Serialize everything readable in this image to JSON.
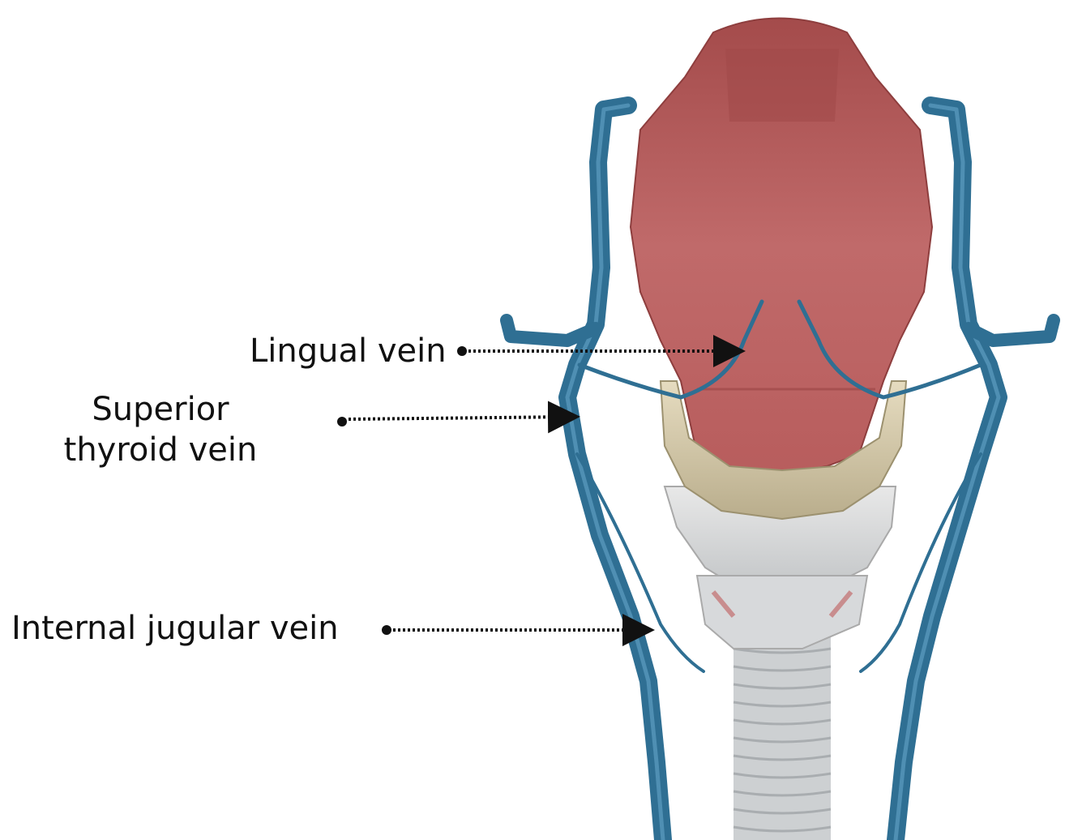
{
  "labels": {
    "lingual_vein": "Lingual vein",
    "superior_thyroid_vein_line1": "Superior",
    "superior_thyroid_vein_line2": "thyroid vein",
    "internal_jugular_vein": "Internal jugular vein"
  },
  "colors": {
    "vein": "#2f6f93",
    "vein_highlight": "#5c9cc0",
    "tongue": "#b45a5a",
    "tongue_dark": "#8e3e3e",
    "hyoid": "#d8cfb2",
    "cartilage": "#d9d9d9",
    "trachea": "#c9cccf",
    "pointer": "#111111"
  }
}
